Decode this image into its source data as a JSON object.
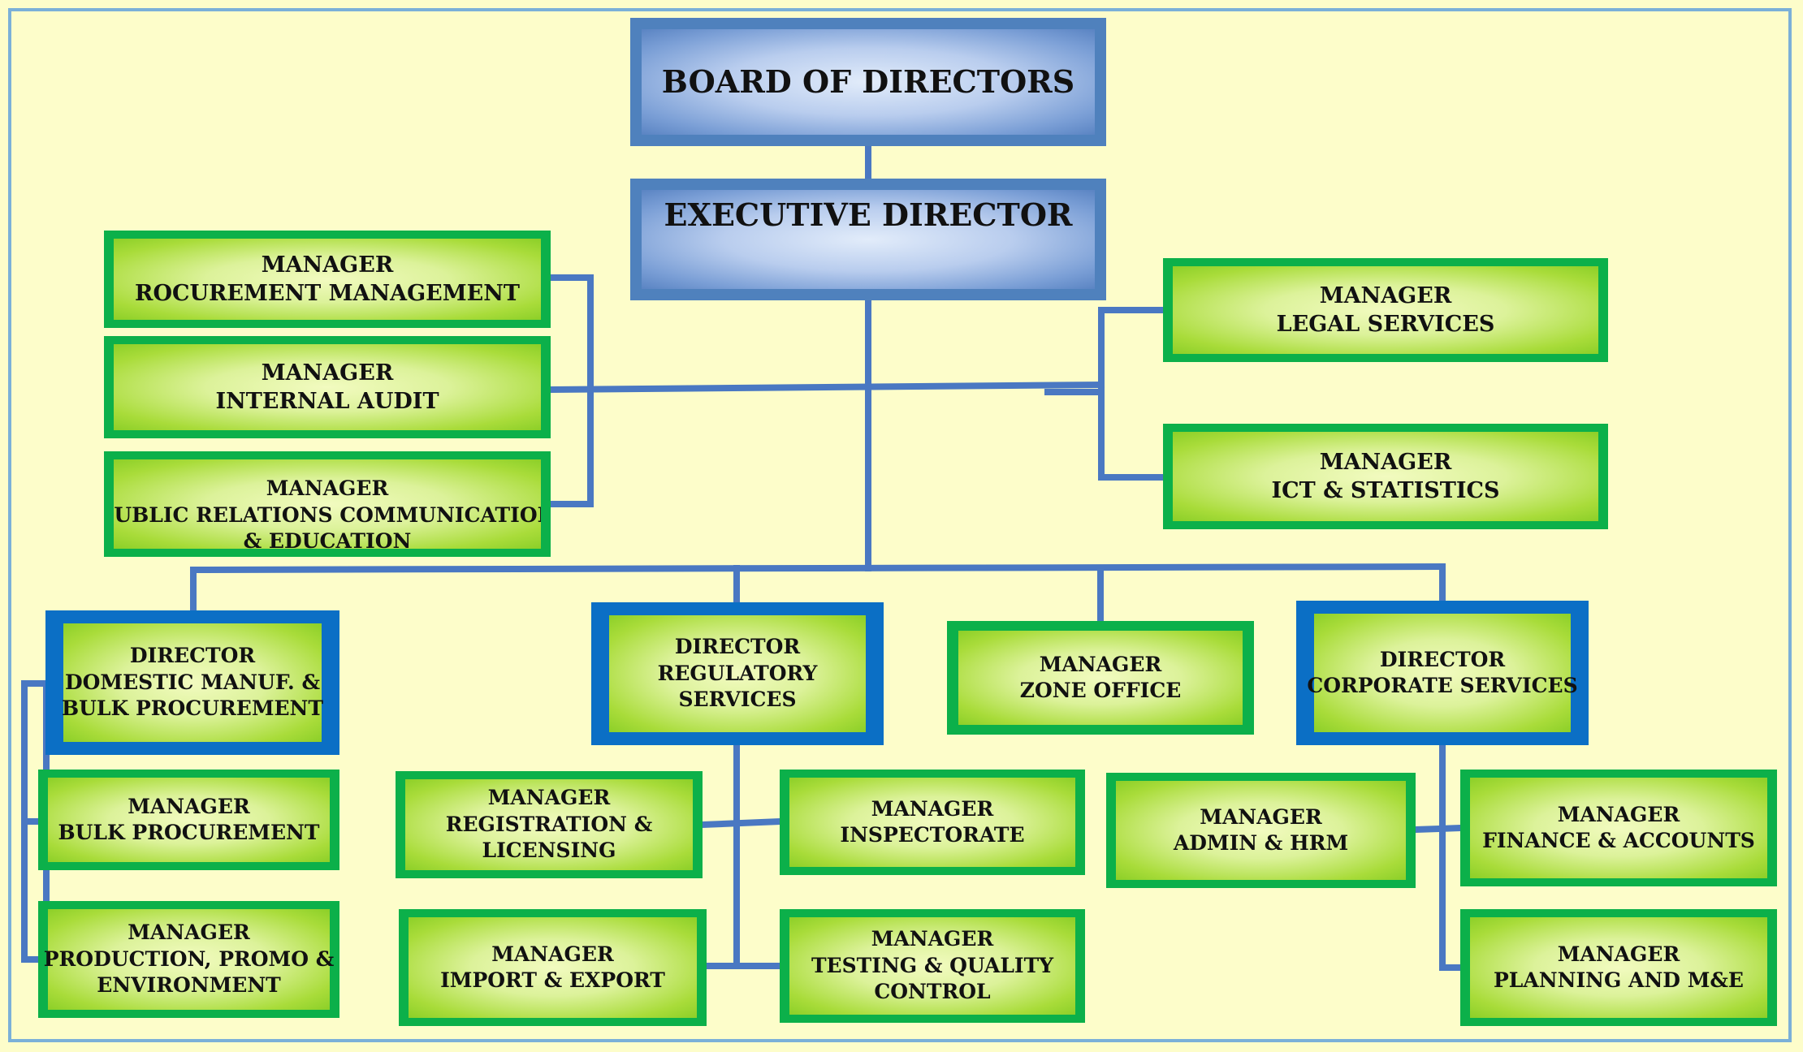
{
  "chart": {
    "board": {
      "l1": "BOARD OF DIRECTORS"
    },
    "exec": {
      "l1": "EXECUTIVE DIRECTOR"
    },
    "procurement": {
      "l1": "MANAGER",
      "l2": "ROCUREMENT MANAGEMENT"
    },
    "audit": {
      "l1": "MANAGER",
      "l2": "INTERNAL AUDIT"
    },
    "pr": {
      "l1": "MANAGER",
      "l2": "PUBLIC RELATIONS COMMUNICATION",
      "l3": "& EDUCATION"
    },
    "legal": {
      "l1": "MANAGER",
      "l2": "LEGAL SERVICES"
    },
    "ict": {
      "l1": "MANAGER",
      "l2": "ICT & STATISTICS"
    },
    "dir_domestic": {
      "l1": "DIRECTOR",
      "l2": "DOMESTIC MANUF. &",
      "l3": "BULK PROCUREMENT"
    },
    "dir_regulatory": {
      "l1": "DIRECTOR",
      "l2": "REGULATORY",
      "l3": "SERVICES"
    },
    "zone": {
      "l1": "MANAGER",
      "l2": "ZONE OFFICE"
    },
    "dir_corporate": {
      "l1": "DIRECTOR",
      "l2": "CORPORATE SERVICES"
    },
    "bulk": {
      "l1": "MANAGER",
      "l2": "BULK PROCUREMENT"
    },
    "production": {
      "l1": "MANAGER",
      "l2": "PRODUCTION, PROMO &",
      "l3": "ENVIRONMENT"
    },
    "registration": {
      "l1": "MANAGER",
      "l2": "REGISTRATION &",
      "l3": "LICENSING"
    },
    "inspectorate": {
      "l1": "MANAGER",
      "l2": "INSPECTORATE"
    },
    "import": {
      "l1": "MANAGER",
      "l2": "IMPORT & EXPORT"
    },
    "testing": {
      "l1": "MANAGER",
      "l2": "TESTING & QUALITY",
      "l3": "CONTROL"
    },
    "admin": {
      "l1": "MANAGER",
      "l2": "ADMIN & HRM"
    },
    "finance": {
      "l1": "MANAGER",
      "l2": "FINANCE & ACCOUNTS"
    },
    "planning": {
      "l1": "MANAGER",
      "l2": "PLANNING AND M&E"
    }
  },
  "colors": {
    "background": "#fdfdca",
    "box_green": "#0cb04a",
    "box_blue": "#4f81bd",
    "director_frame": "#0b6fc5",
    "connector": "#4a78c2"
  }
}
